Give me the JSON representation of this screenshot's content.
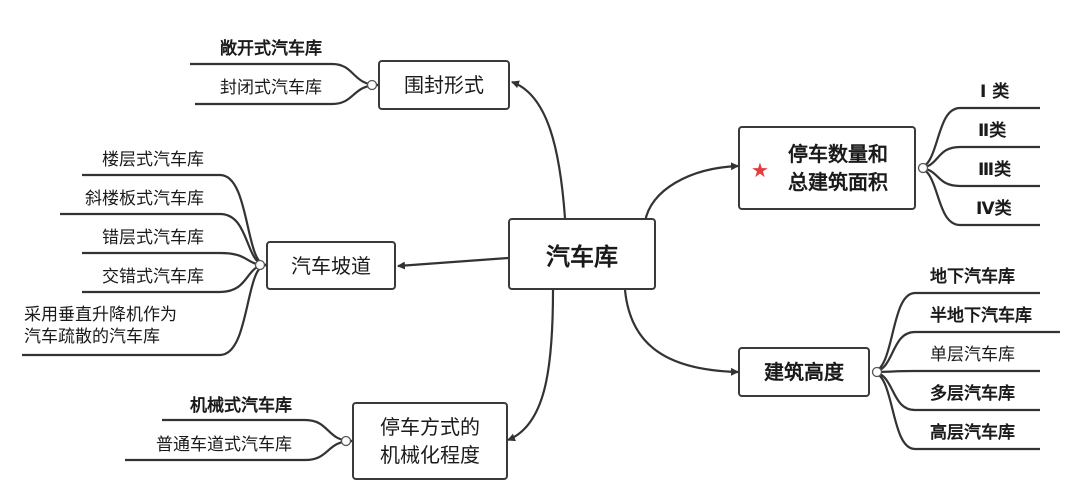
{
  "root": {
    "label": "汽车库"
  },
  "branches": {
    "enclosure": {
      "label": "围封形式",
      "children": [
        "敞开式汽车库",
        "封闭式汽车库"
      ]
    },
    "ramp": {
      "label": "汽车坡道",
      "children": [
        "楼层式汽车库",
        "斜楼板式汽车库",
        "错层式汽车库",
        "交错式汽车库"
      ],
      "last_child_lines": [
        "采用垂直升降机作为",
        "汽车疏散的汽车库"
      ]
    },
    "mechanical": {
      "label_lines": [
        "停车方式的",
        "机械化程度"
      ],
      "children": [
        "机械式汽车库",
        "普通车道式汽车库"
      ]
    },
    "capacity": {
      "label_lines": [
        "停车数量和",
        "总建筑面积"
      ],
      "children": [
        "Ⅰ 类",
        "Ⅱ类",
        "Ⅲ类",
        "Ⅳ类"
      ]
    },
    "height": {
      "label": "建筑高度",
      "children": [
        "地下汽车库",
        "半地下汽车库",
        "单层汽车库",
        "多层汽车库",
        "高层汽车库"
      ]
    }
  },
  "colors": {
    "line": "#333333",
    "border": "#3a3a3a",
    "marker": "#e53b3b"
  },
  "icons": {
    "priority_marker": "red-star-icon"
  }
}
